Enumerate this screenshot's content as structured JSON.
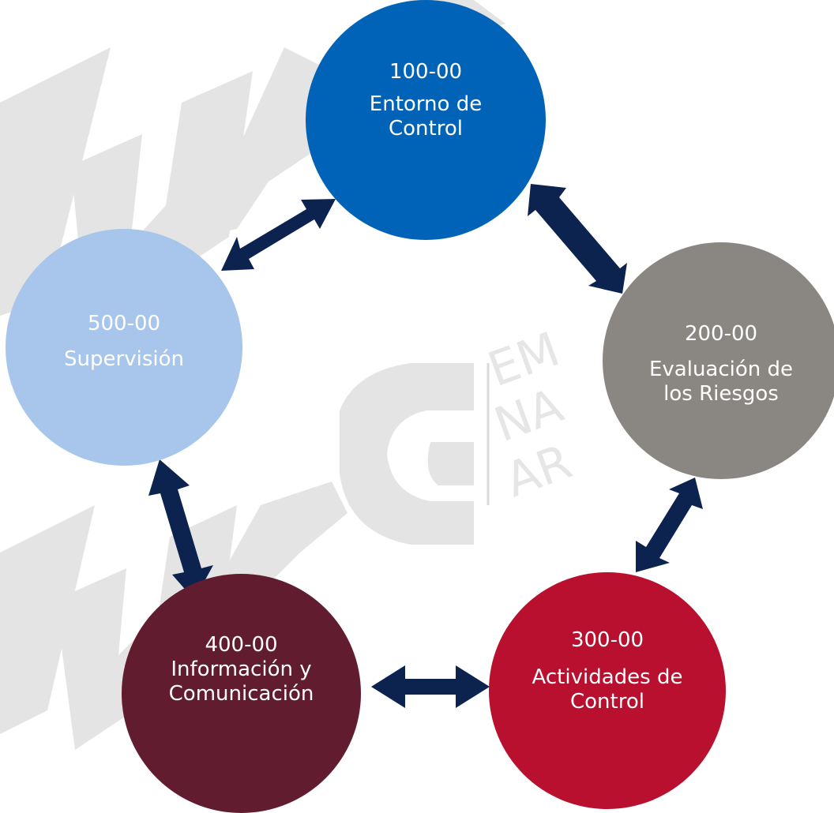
{
  "colors": {
    "node_100": "#0063b8",
    "node_200": "#8a8782",
    "node_300": "#b8102e",
    "node_400": "#621c30",
    "node_500": "#a8c6eb",
    "arrows": "#0c2350",
    "watermark": "#d3d3d3"
  },
  "nodes": {
    "n100": {
      "code": "100-00",
      "label": "Entorno de\nControl"
    },
    "n200": {
      "code": "200-00",
      "label": "Evaluación de\nlos Riesgos"
    },
    "n300": {
      "code": "300-00",
      "label": "Actividades de\nControl"
    },
    "n400": {
      "code": "400-00",
      "label": "Información y\nComunicación"
    },
    "n500": {
      "code": "500-00",
      "label": "Supervisión"
    }
  },
  "connections": [
    {
      "from": "100-00",
      "to": "200-00",
      "type": "double-arrow"
    },
    {
      "from": "200-00",
      "to": "300-00",
      "type": "double-arrow"
    },
    {
      "from": "300-00",
      "to": "400-00",
      "type": "double-arrow"
    },
    {
      "from": "400-00",
      "to": "500-00",
      "type": "double-arrow"
    },
    {
      "from": "500-00",
      "to": "100-00",
      "type": "double-arrow"
    }
  ],
  "watermark": {
    "logo_letters": "NAG",
    "logo_text": [
      "EM",
      "NA",
      "AR"
    ]
  }
}
